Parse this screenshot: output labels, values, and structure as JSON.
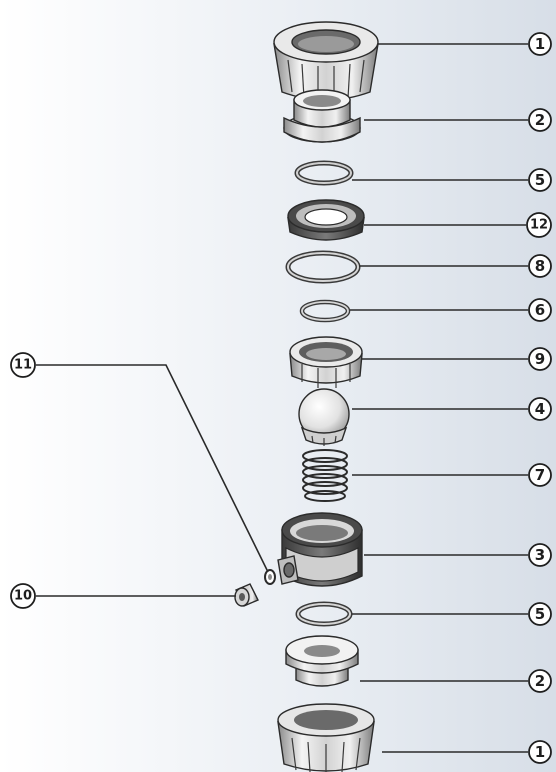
{
  "parts": [
    {
      "id": "union-nut-top",
      "callout": "1",
      "icon": "threaded-union-nut"
    },
    {
      "id": "end-connector-top",
      "callout": "2",
      "icon": "flanged-end-connector"
    },
    {
      "id": "o-ring-top",
      "callout": "5",
      "icon": "o-ring"
    },
    {
      "id": "seat-ring",
      "callout": "12",
      "icon": "seat-ring"
    },
    {
      "id": "large-o-ring",
      "callout": "8",
      "icon": "o-ring"
    },
    {
      "id": "small-o-ring",
      "callout": "6",
      "icon": "o-ring"
    },
    {
      "id": "ball-guide",
      "callout": "9",
      "icon": "ball-guide"
    },
    {
      "id": "ball",
      "callout": "4",
      "icon": "ball"
    },
    {
      "id": "spring",
      "callout": "7",
      "icon": "spring"
    },
    {
      "id": "valve-body",
      "callout": "3",
      "icon": "valve-body"
    },
    {
      "id": "o-ring-bottom",
      "callout": "5",
      "icon": "o-ring"
    },
    {
      "id": "end-connector-bottom",
      "callout": "2",
      "icon": "flanged-end-connector"
    },
    {
      "id": "union-nut-bottom",
      "callout": "1",
      "icon": "threaded-union-nut"
    },
    {
      "id": "side-washer",
      "callout": "11",
      "icon": "washer"
    },
    {
      "id": "side-plug",
      "callout": "10",
      "icon": "plug"
    }
  ],
  "colors": {
    "background_left": "#ffffff",
    "background_right": "#d7dee7",
    "outline": "#2b2b2b",
    "part_fill_light": "#f2f2f2",
    "part_fill_mid": "#cfcfcf",
    "part_fill_dark": "#5a5a5a"
  }
}
